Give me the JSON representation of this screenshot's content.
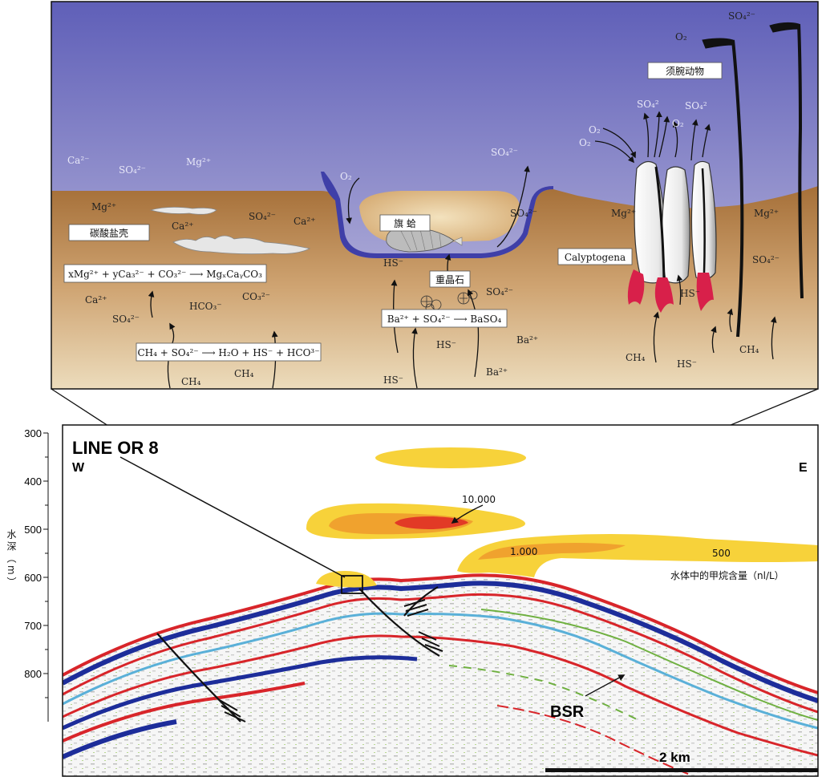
{
  "top_panel": {
    "boxes": {
      "carbonate_crust": "碳酸盐壳",
      "clam": "旗 蛤",
      "barite": "重晶石",
      "tubeworm": "须腕动物",
      "calyptogena": "Calyptogena"
    },
    "reactions": {
      "dolomite": "xMg²⁺ + yCa₃²⁻ + CO₃²⁻ ⟶ MgₓCaᵧCO₃",
      "aom": "CH₄ + SO₄²⁻ ⟶ H₂O + HS⁻ + HCO³⁻",
      "barite": "Ba²⁺ + SO₄²⁻ ⟶ BaSO₄"
    },
    "water_ions": {
      "ca_w": "Ca²⁻",
      "so4_w": "SO₄²⁻",
      "mg_w": "Mg²⁺",
      "so4_pit": "SO₄²⁻",
      "o2_pit": "O₂",
      "o2_a": "O₂",
      "o2_b": "O₂",
      "so4_a": "SO₄²",
      "so4_b": "SO₄²",
      "o2_c": "O₂",
      "o2_top": "O₂",
      "so4_top": "SO₄²⁻"
    },
    "sediment_ions": {
      "mg_l": "Mg²⁺",
      "ca_l1": "Ca²⁺",
      "so4_l1": "SO₄²⁻",
      "ca_l2": "Ca²⁺",
      "ca_l3": "Ca²⁺",
      "so4_l2": "SO₄²⁻",
      "hco3": "HCO₃⁻",
      "co3": "CO₃²⁻",
      "ch4_l1": "CH₄",
      "ch4_l2": "CH₄",
      "hs_1": "HS⁻",
      "so4_pit2": "SO₄²⁻",
      "so4_mid": "SO₄²⁻",
      "hs_2": "HS⁻",
      "ba_1": "Ba²⁺",
      "hs_3": "HS⁻",
      "ba_2": "Ba²⁺",
      "mg_r1": "Mg²⁺",
      "mg_r2": "Mg²⁺",
      "so4_r": "SO₄²⁻",
      "hs_r1": "HS⁻",
      "ch4_r1": "CH₄",
      "hs_r2": "HS⁻",
      "ch4_r2": "CH₄"
    }
  },
  "bottom_panel": {
    "line_label": "LINE OR 8",
    "west": "W",
    "east": "E",
    "y_axis_label": "水深（m）",
    "y_ticks": [
      "300",
      "400",
      "500",
      "600",
      "700",
      "800"
    ],
    "plume_labels": [
      "10.000",
      "1.000",
      "500"
    ],
    "legend_text": "水体中的甲烷含量（nl/L）",
    "bsr": "BSR",
    "scale": "2 km"
  },
  "colors": {
    "water_top": "#6b6bbe",
    "water_bottom": "#c9c6e2",
    "sediment_top": "#a8743c",
    "sediment_bottom": "#e8d3b0",
    "plume_outer": "#f7d23a",
    "plume_mid": "#f0a22e",
    "plume_core": "#e23a26",
    "seismic_red": "#d8252a",
    "seismic_blue": "#1d2d9a",
    "seismic_green": "#6fb040",
    "tissue_red": "#d8204a"
  }
}
